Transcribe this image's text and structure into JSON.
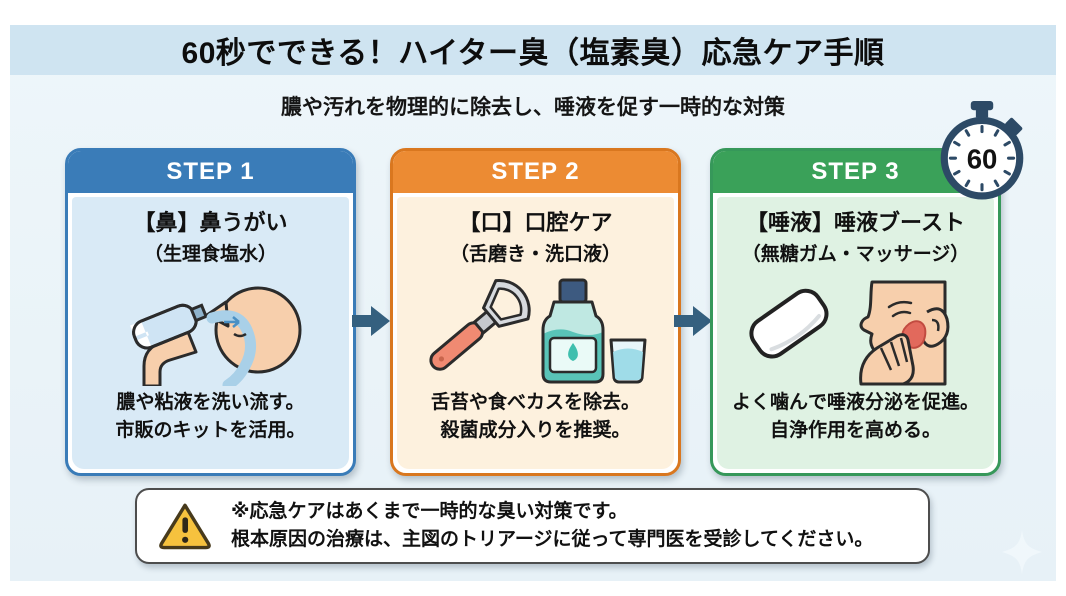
{
  "header": {
    "title": "60秒でできる！ハイター臭（塩素臭）応急ケア手順",
    "subtitle": "膿や汚れを物理的に除去し、唾液を促す一時的な対策"
  },
  "timer": {
    "icon": "stopwatch-icon",
    "value": "60"
  },
  "steps": [
    {
      "label": "STEP 1",
      "title": "【鼻】鼻うがい",
      "subtitle": "（生理食塩水）",
      "description_line1": "膿や粘液を洗い流す。",
      "description_line2": "市販のキットを活用。",
      "illustration": "nasal-rinse-illustration",
      "accent_color": "#3a7cb8",
      "body_color": "#d9eaf6"
    },
    {
      "label": "STEP 2",
      "title": "【口】口腔ケア",
      "subtitle": "（舌磨き・洗口液）",
      "description_line1": "舌苔や食べカスを除去。",
      "description_line2": "殺菌成分入りを推奨。",
      "illustration": "tongue-scraper-mouthwash-illustration",
      "accent_color": "#ec8b33",
      "body_color": "#fdf1de"
    },
    {
      "label": "STEP 3",
      "title": "【唾液】唾液ブースト",
      "subtitle": "（無糖ガム・マッサージ）",
      "description_line1": "よく噛んで唾液分泌を促進。",
      "description_line2": "自浄作用を高める。",
      "illustration": "gum-chewing-massage-illustration",
      "accent_color": "#3aa159",
      "body_color": "#dff2e3"
    }
  ],
  "notice": {
    "icon": "warning-triangle-icon",
    "line1": "※応急ケアはあくまで一時的な臭い対策です。",
    "line2": "根本原因の治療は、主図のトリアージに従って専門医を受診してください。"
  },
  "colors": {
    "banner_bg": "#cfe4f1",
    "page_bg": "#eef6fa",
    "arrow": "#35607f",
    "timer_ring": "#2d4a66",
    "warning_yellow": "#f6c23e"
  }
}
